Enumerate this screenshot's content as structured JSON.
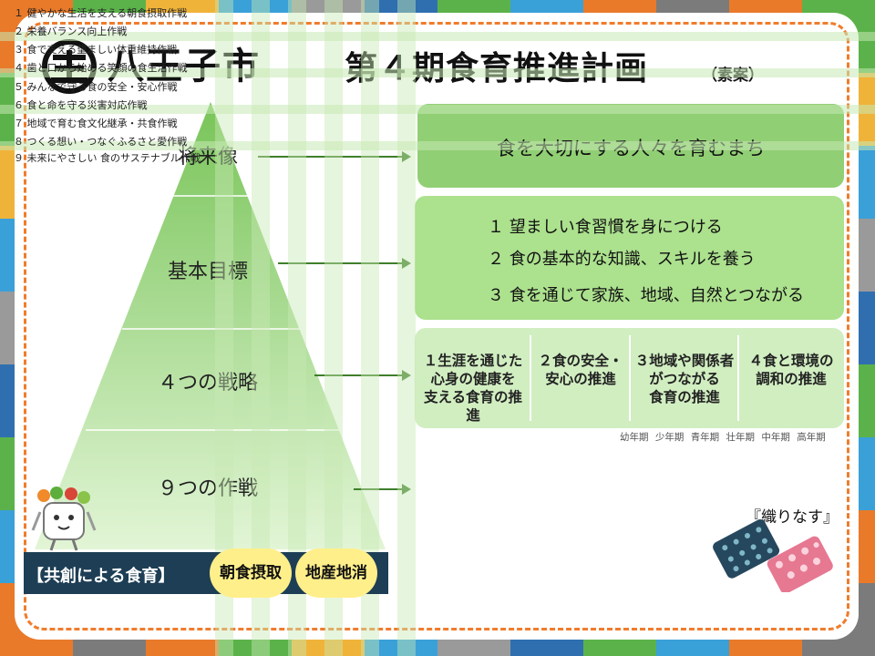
{
  "header": {
    "city_name": "八王子市",
    "plan_title": "第４期食育推進計画",
    "plan_subtitle": "（素案）"
  },
  "pyramid": {
    "levels": [
      {
        "label": "将来像"
      },
      {
        "label": "基本目標"
      },
      {
        "label": "４つの戦略"
      },
      {
        "label": "９つの作戦"
      }
    ]
  },
  "vision": {
    "text": "食を大切にする人々を育むまち"
  },
  "goals": [
    "１  望ましい食習慣を身につける",
    "２  食の基本的な知識、スキルを養う",
    "３  食を通じて家族、地域、自然とつながる"
  ],
  "strategies": [
    "１生涯を通じた\n心身の健康を\n支える食育の推進",
    "２食の安全・\n安心の推進",
    "３地域や関係者\nがつながる\n食育の推進",
    "４食と環境の\n調和の推進"
  ],
  "age_groups": [
    "幼年期",
    "少年期",
    "青年期",
    "壮年期",
    "中年期",
    "高年期"
  ],
  "tactics": [
    "１  健やかな生活を支える朝食摂取作戦",
    "２  栄養バランス向上作戦",
    "３  食で支える望ましい体重維持作戦",
    "４  歯と口から始める笑顔の食生活作戦",
    "５  みんなで守る食の安全・安心作戦",
    "６  食と命を守る災害対応作戦",
    "７  地域で育む食文化継承・共食作戦",
    "８  つくる想い・つなぐふるさと愛作戦",
    "９  未来にやさしい  食のサステナブル作戦"
  ],
  "orinasu": "『織りなす』",
  "bottom": {
    "label": "【共創による食育】",
    "pills": [
      "朝食摂取",
      "地産地消"
    ]
  },
  "colors": {
    "pyramid_top": "#7ac55a",
    "pyramid_bottom": "#d8f2c8",
    "arrow": "#3f7f2a",
    "frame_dash": "#f07c2c",
    "bottom_bar": "#1d3e55",
    "pill": "#ffef8a"
  }
}
